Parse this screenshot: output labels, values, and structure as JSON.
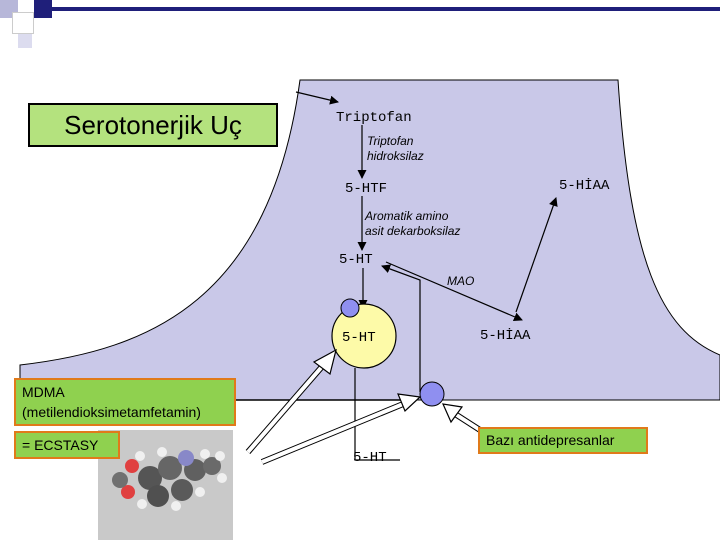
{
  "title": "Serotonerjik Uç",
  "tryptophan": "Triptofan",
  "enzyme1": "Triptofan hidroksilaz",
  "htp": "5-HTF",
  "hiaa_top": "5-HİAA",
  "enzyme2": "Aromatik amino asit dekarboksilaz",
  "ht_upper": "5-HT",
  "mao": "MAO",
  "ht_vesicle": "5-HT",
  "hiaa_lower": "5-HİAA",
  "mdma_title": "MDMA",
  "mdma_full": "(metilendioksimetamfetamin)",
  "ecstasy": "= ECSTASY",
  "ht_synaptic": "5-HT",
  "antidepressants": "Bazı antidepresanlar",
  "colors": {
    "terminal": "#c9c8e8",
    "vesicle": "#fdfaa8",
    "receptor": "#8f8ff0",
    "title_box": "#b4e27e",
    "label_box": "#8fd14f"
  }
}
